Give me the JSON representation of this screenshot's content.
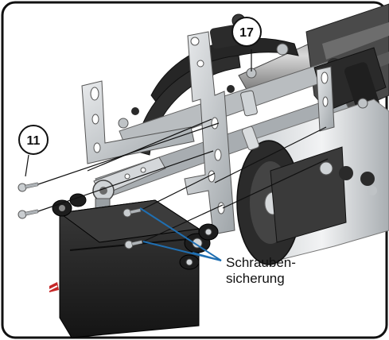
{
  "callouts": {
    "part_a": "17",
    "part_b": "11"
  },
  "annotation": {
    "line1": "Schrauben-",
    "line2": "sicherung"
  },
  "colors": {
    "border": "#111111",
    "leader_blue": "#1f6fb2",
    "metal": "#c9cdd0",
    "metal_dark": "#8f959a",
    "black_part": "#2a2a2a",
    "servo": "#1e1e1e"
  }
}
